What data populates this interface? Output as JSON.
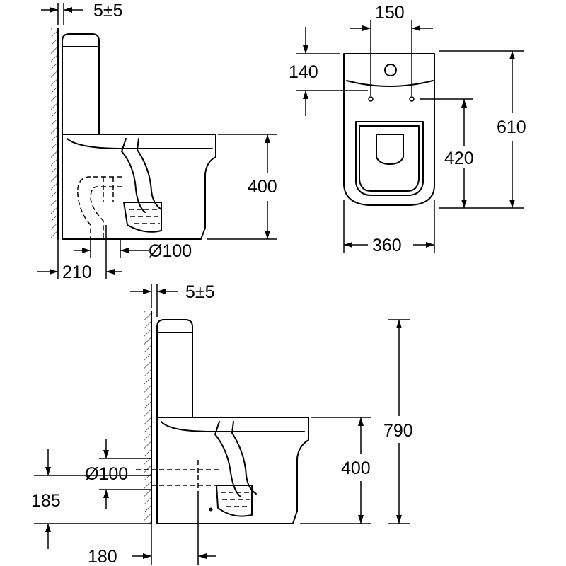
{
  "side_view_top": {
    "wall_gap": "5±5",
    "height": "400",
    "outlet_diameter": "Ø100",
    "outlet_offset": "210"
  },
  "top_view": {
    "hole_spacing": "150",
    "hole_offset": "140",
    "depth": "610",
    "seat_depth": "420",
    "width": "360"
  },
  "side_view_bottom": {
    "wall_gap": "5±5",
    "total_height": "790",
    "seat_height": "400",
    "outlet_diameter": "Ø100",
    "outlet_height": "185",
    "outlet_offset": "180"
  }
}
